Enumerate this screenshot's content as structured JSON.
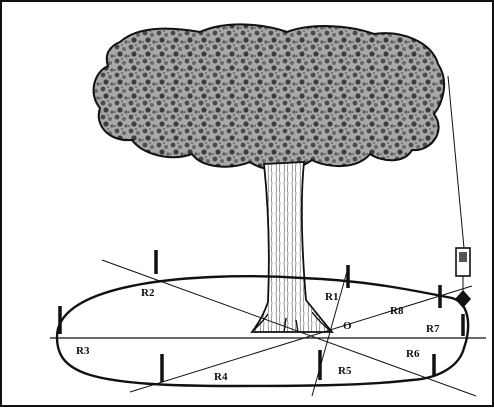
{
  "labels": {
    "r1": "R1",
    "r2": "R2",
    "r3": "R3",
    "r4": "R4",
    "r5": "R5",
    "r6": "R6",
    "r7": "R7",
    "r8": "R8",
    "center": "O"
  },
  "colors": {
    "ink": "#111111",
    "foliage_fill": "#9a9a9a",
    "background": "#ffffff"
  }
}
